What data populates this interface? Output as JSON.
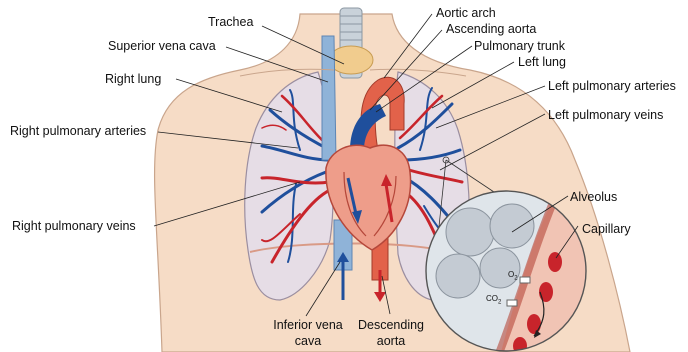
{
  "labels": {
    "trachea": "Trachea",
    "superior_vena_cava": "Superior vena cava",
    "right_lung": "Right lung",
    "right_pulmonary_arteries": "Right pulmonary arteries",
    "right_pulmonary_veins": "Right pulmonary veins",
    "aortic_arch": "Aortic arch",
    "ascending_aorta": "Ascending aorta",
    "pulmonary_trunk": "Pulmonary trunk",
    "left_lung": "Left lung",
    "left_pulmonary_arteries": "Left pulmonary arteries",
    "left_pulmonary_veins": "Left pulmonary veins",
    "alveolus": "Alveolus",
    "capillary": "Capillary",
    "inferior_vena_cava_1": "Inferior vena",
    "inferior_vena_cava_2": "cava",
    "descending_aorta_1": "Descending",
    "descending_aorta_2": "aorta",
    "o2": "O",
    "o2_sub": "2",
    "co2": "CO",
    "co2_sub": "2"
  },
  "colors": {
    "skin": "#f6dcc6",
    "skin_outline": "#c9a58c",
    "lung": "#e6dde6",
    "lung_outline": "#9b8ea0",
    "artery_blue": "#1f4f9c",
    "vein_red": "#c8242b",
    "aorta_red": "#e2624a",
    "vena_cava_blue": "#8fb3d8",
    "heart": "#ee9d8a",
    "heart_dark": "#b5473a",
    "trachea": "#c9d2da",
    "thyroid": "#f1cc8e",
    "alveolus_bg": "#dfe5ea",
    "alveolus_cell": "#c4cbd3"
  }
}
